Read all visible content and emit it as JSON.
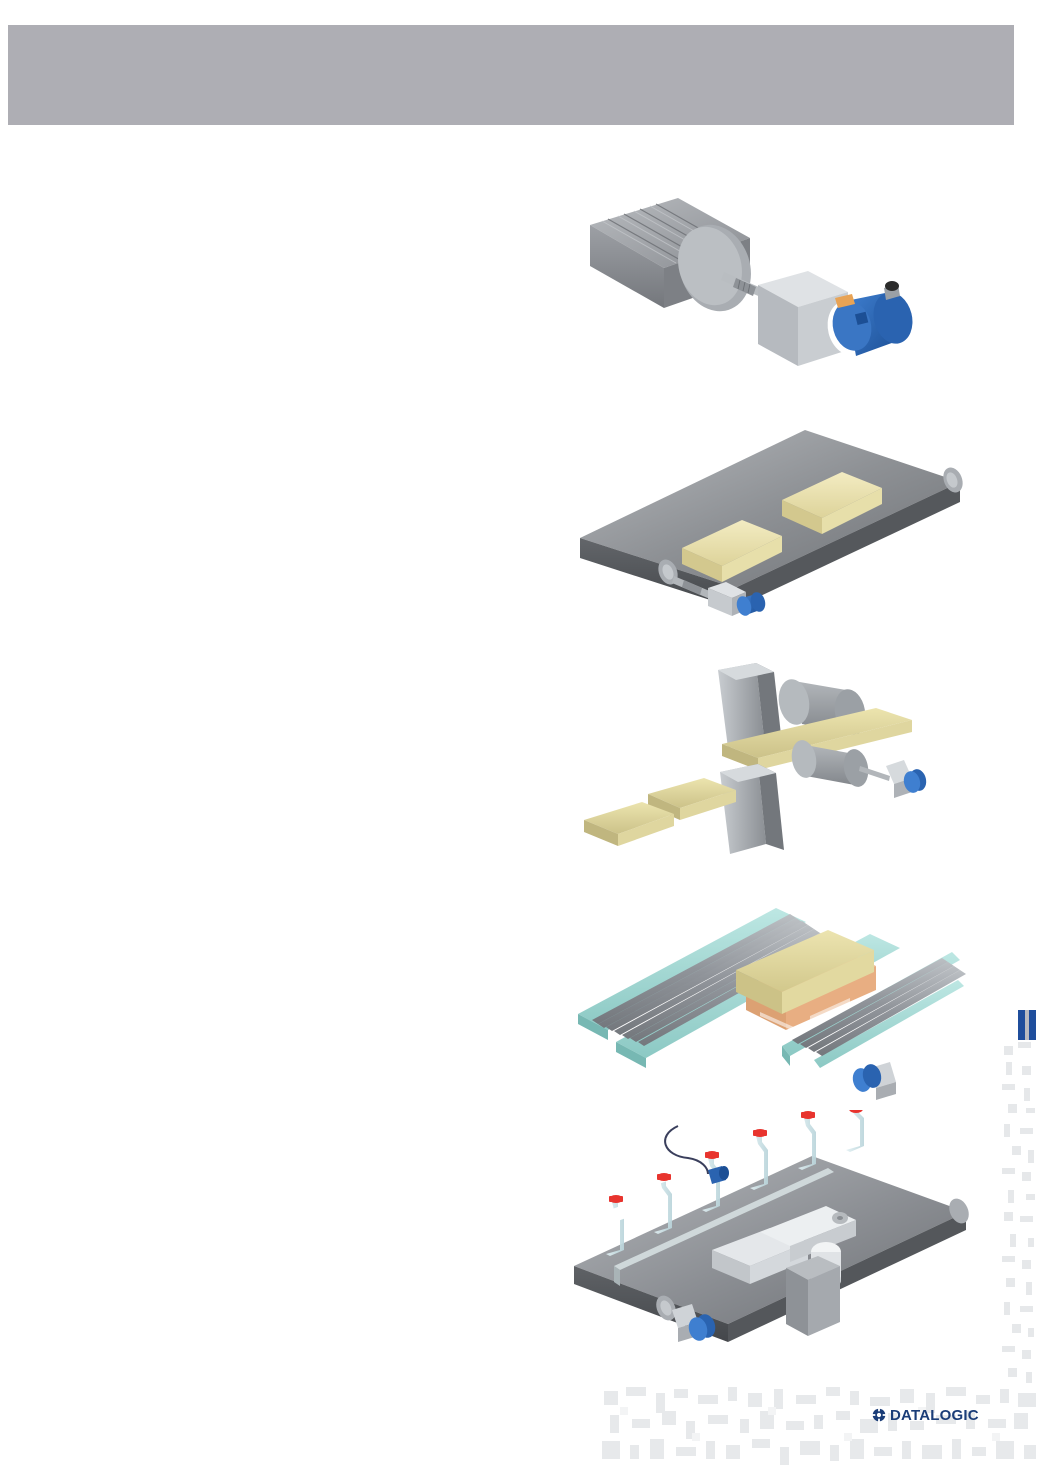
{
  "header": {
    "title": "",
    "band_color": "#aeaeb4"
  },
  "body_text": "",
  "page_tab": {
    "label": "",
    "color": "#1f4e9c"
  },
  "footer": {
    "logo_text": "DATALOGIC",
    "logo_icon": "datalogic-crosshair-icon",
    "logo_color": "#1b3d78",
    "watermark": "qr-code-pattern",
    "watermark_color": "#e8eaec"
  },
  "illustrations": [
    {
      "id": "motor-with-encoder",
      "name": "Electric motor with rotary encoder",
      "caption": "",
      "elements": [
        "finned-motor-body",
        "motor-flange",
        "drive-shaft",
        "flexible-coupling",
        "mounting-bracket",
        "blue-rotary-encoder",
        "m12-connector"
      ],
      "colors": {
        "motor": "#8d9095",
        "bracket": "#c2c6ca",
        "encoder": "#2a63b0",
        "shaft": "#b4b8bc"
      }
    },
    {
      "id": "belt-conveyor-with-encoder",
      "name": "Belt conveyor with encoder on drive shaft",
      "caption": "",
      "elements": [
        "belt-surface",
        "carton-box-1",
        "carton-box-2",
        "drive-pulley",
        "idler-pulley",
        "shaft-coupling",
        "blue-rotary-encoder"
      ],
      "colors": {
        "belt": "#6f7276",
        "belt_top": "#9b9ea2",
        "box": "#efe6b4",
        "encoder": "#2a63b0"
      }
    },
    {
      "id": "cut-to-length-machine",
      "name": "Cut-to-length / sheet cutting machine with measuring wheel encoder",
      "caption": "",
      "elements": [
        "upper-blade",
        "lower-blade",
        "feed-roller-upper",
        "feed-roller-lower",
        "material-sheet",
        "cut-piece-1",
        "cut-piece-2",
        "roller-shaft",
        "blue-rotary-encoder"
      ],
      "colors": {
        "blade": "#9fa3a8",
        "roller": "#9a9ea3",
        "sheet": "#e4dfab",
        "encoder": "#2a63b0"
      }
    },
    {
      "id": "roller-conveyor-transfer",
      "name": "Roller conveyor transfer station with pallet and encoder",
      "caption": "",
      "elements": [
        "roller-conveyor-left",
        "roller-conveyor-right",
        "transfer-rollers",
        "teal-side-rails",
        "wooden-pallet",
        "carton-load",
        "blue-rotary-encoder"
      ],
      "colors": {
        "rail": "#a7dcd7",
        "roller": "#9ea2a6",
        "pallet": "#e9b48a",
        "load": "#e4dcab",
        "encoder": "#2a63b0"
      }
    },
    {
      "id": "bottling-line-labeller",
      "name": "Bottling line with labelling arm and encoder",
      "caption": "",
      "elements": [
        "belt-conveyor",
        "bottle-1",
        "bottle-2",
        "bottle-3",
        "bottle-4",
        "bottle-5",
        "bottle-6",
        "red-bottle-caps",
        "guide-rail",
        "labelling-arm",
        "label-reel",
        "support-column",
        "sensor-cable",
        "blue-photo-sensor",
        "blue-rotary-encoder"
      ],
      "colors": {
        "belt": "#6f7276",
        "bottle": "#cfe4e8",
        "cap": "#e8342e",
        "arm": "#dde0e3",
        "encoder": "#2a63b0"
      }
    }
  ]
}
